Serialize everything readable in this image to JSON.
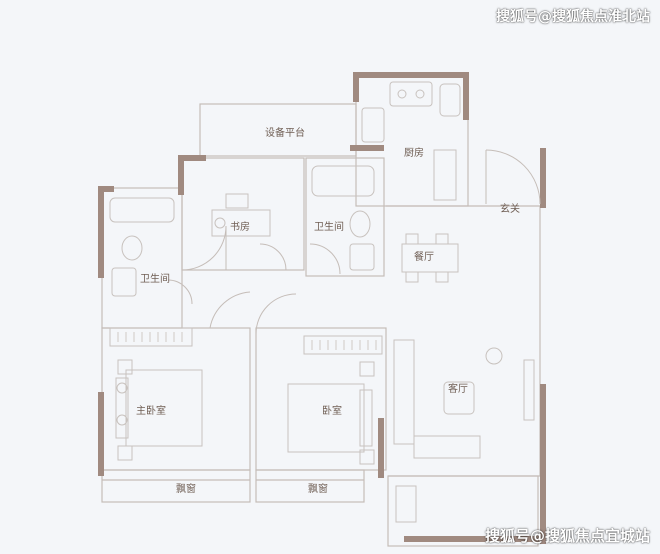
{
  "watermarks": {
    "top": "搜狐号@搜狐焦点淮北站",
    "bottom": "搜狐号@搜狐焦点宜城站"
  },
  "rooms": {
    "equipment_platform": "设备平台",
    "kitchen": "厨房",
    "entrance": "玄关",
    "study": "书房",
    "bathroom_center": "卫生间",
    "bathroom_left": "卫生间",
    "dining": "餐厅",
    "living": "客厅",
    "master_bedroom": "主卧室",
    "bedroom": "卧室",
    "bay_window_left": "飘窗",
    "bay_window_right": "飘窗"
  },
  "colors": {
    "wall_thick": "#a08a80",
    "line": "#c5bdb8",
    "label": "#6f5e54",
    "background": "#f4f6f9"
  }
}
